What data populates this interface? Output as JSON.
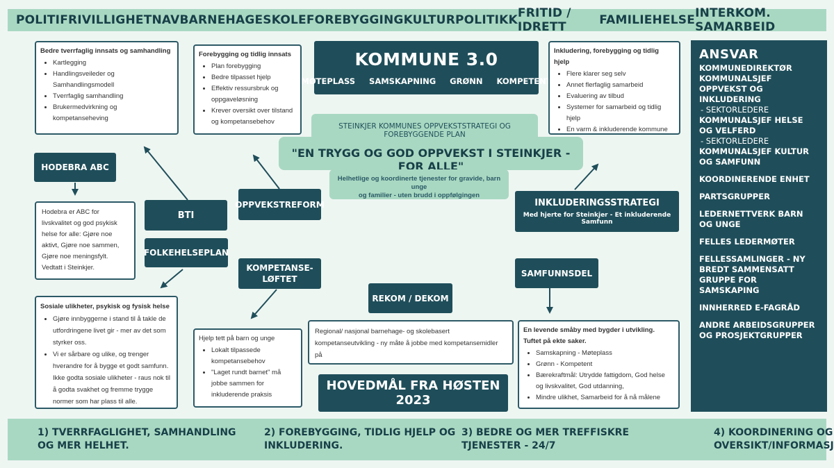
{
  "top_nav": [
    "POLITI",
    "FRIVILLIGHET",
    "NAV",
    "BARNEHAGE",
    "SKOLE",
    "FOREBYGGING",
    "KULTUR",
    "POLITIKK",
    "FRITID / IDRETT",
    "FAMILIE",
    "HELSE",
    "INTERKOM. SAMARBEID"
  ],
  "kommune": {
    "title": "KOMMUNE 3.0",
    "tags": [
      "MØTEPLASS",
      "SAMSKAPNING",
      "GRØNN",
      "KOMPETENT"
    ]
  },
  "center": {
    "strategy": "STEINKJER KOMMUNES OPPVEKSTSTRATEGI OG FOREBYGGENDE PLAN",
    "vision": "\"EN TRYGG OG GOD OPPVEKST I STEINKJER - FOR ALLE\"",
    "desc_line1": "Helhetlige og koordinerte tjenester for gravide, barn unge",
    "desc_line2": "og familier - uten brudd i oppfølgingen"
  },
  "box_tverrfaglig": {
    "heading": "Bedre tverrfaglig innsats og samhandling",
    "items": [
      "Kartlegging",
      "Handlingsveileder og Samhandlingsmodell",
      "Tverrfaglig samhandling",
      "Brukermedvirkning og kompetanseheving"
    ]
  },
  "box_forebygging": {
    "heading": "Forebygging og tidlig innsats",
    "items": [
      "Plan forebygging",
      "Bedre tilpasset hjelp",
      "Effektiv ressursbruk og oppgaveløsning",
      "Krever oversikt over tilstand og kompetansebehov"
    ]
  },
  "box_inkludering": {
    "heading": "Inkludering, forebygging og tidlig hjelp",
    "items": [
      "Flere klarer seg selv",
      "Annet flerfaglig samarbeid",
      "Evaluering av tilbud",
      "Systemer for samarbeid og tidlig hjelp",
      "En varm & inkluderende kommune"
    ]
  },
  "labels": {
    "hodebra": "HODEBRA ABC",
    "bti": "BTI",
    "folkehelseplan": "FOLKEHELSEPLAN",
    "oppvekstreform": "OPPVEKSTREFORM",
    "kompetanse_1": "KOMPETANSE-",
    "kompetanse_2": "LØFTET",
    "rekom": "REKOM / DEKOM",
    "samfunnsdel": "SAMFUNNSDEL",
    "inkludering_title": "INKLUDERINGSSTRATEGI",
    "inkludering_sub": "Med hjerte for Steinkjer - Et inkluderende Samfunn",
    "hovedmal": "HOVEDMÅL FRA HØSTEN 2023"
  },
  "box_hodebra": {
    "text": "Hodebra er ABC for livskvalitet og god psykisk helse for alle: Gjøre noe aktivt, Gjøre noe sammen, Gjøre noe meningsfylt. Vedtatt i Steinkjer."
  },
  "box_sosiale": {
    "heading": "Sosiale ulikheter, psykisk og fysisk helse",
    "items": [
      "Gjøre innbyggerne i stand til å takle de utfordringene livet gir - mer av det som styrker oss.",
      "Vi er sårbare og ulike, og trenger hverandre for å bygge et godt samfunn. Ikke godta sosiale ulikheter - raus nok til å godta svakhet og fremme trygge normer som har plass til alle."
    ]
  },
  "box_hjelp": {
    "heading": "Hjelp tett på barn og unge",
    "items": [
      "Lokalt tilpassede kompetansebehov",
      "\"Laget rundt barnet\" må jobbe sammen for inkluderende praksis"
    ]
  },
  "box_regional": {
    "text": "Regional/ nasjonal barnehage- og skolebasert kompetanseutvikling - ny måte å jobbe med kompetansemidler på"
  },
  "box_samfunn": {
    "heading": "En levende småby med bygder i utvikling. Tuftet på ekte saker.",
    "items": [
      "Samskapning - Møteplass",
      "Grønn - Kompetent",
      "Bærekraftmål: Utrydde fattigdom, God helse og livskvalitet, God utdanning,",
      "Mindre ulikhet, Samarbeid for å nå målene"
    ]
  },
  "ansvar": {
    "title": "ANSVAR",
    "lines": [
      {
        "t": "KOMMUNEDIREKTØR",
        "s": false
      },
      {
        "t": "KOMMUNALSJEF OPPVEKST OG INKLUDERING",
        "s": false
      },
      {
        "t": "- SEKTORLEDERE",
        "s": true
      },
      {
        "t": "KOMMUNALSJEF HELSE OG VELFERD",
        "s": false
      },
      {
        "t": "- SEKTORLEDERE",
        "s": true
      },
      {
        "t": "KOMMUNALSJEF KULTUR OG SAMFUNN",
        "s": false
      },
      {
        "t": "",
        "s": false
      },
      {
        "t": "KOORDINERENDE ENHET",
        "s": false
      },
      {
        "t": "",
        "s": false
      },
      {
        "t": "PARTSGRUPPER",
        "s": false
      },
      {
        "t": "",
        "s": false
      },
      {
        "t": "LEDERNETTVERK BARN OG UNGE",
        "s": false
      },
      {
        "t": "",
        "s": false
      },
      {
        "t": "FELLES LEDERMØTER",
        "s": false
      },
      {
        "t": "",
        "s": false
      },
      {
        "t": "FELLESSAMLINGER - NY BREDT SAMMENSATT GRUPPE FOR SAMSKAPING",
        "s": false
      },
      {
        "t": "",
        "s": false
      },
      {
        "t": "INNHERRED E-FAGRÅD",
        "s": false
      },
      {
        "t": "",
        "s": false
      },
      {
        "t": "ANDRE ARBEIDSGRUPPER OG PROSJEKTGRUPPER",
        "s": false
      }
    ]
  },
  "goals": [
    {
      "l1": "1) TVERRFAGLIGHET, SAMHANDLING",
      "l2": "OG MER HELHET."
    },
    {
      "l1": "2) FOREBYGGING, TIDLIG HJELP OG",
      "l2": "INKLUDERING."
    },
    {
      "l1": "3) BEDRE OG MER TREFFISKRE",
      "l2": "TJENESTER - 24/7"
    },
    {
      "l1": "4) KOORDINERING OG",
      "l2": "OVERSIKT/INFORMASJON"
    }
  ]
}
